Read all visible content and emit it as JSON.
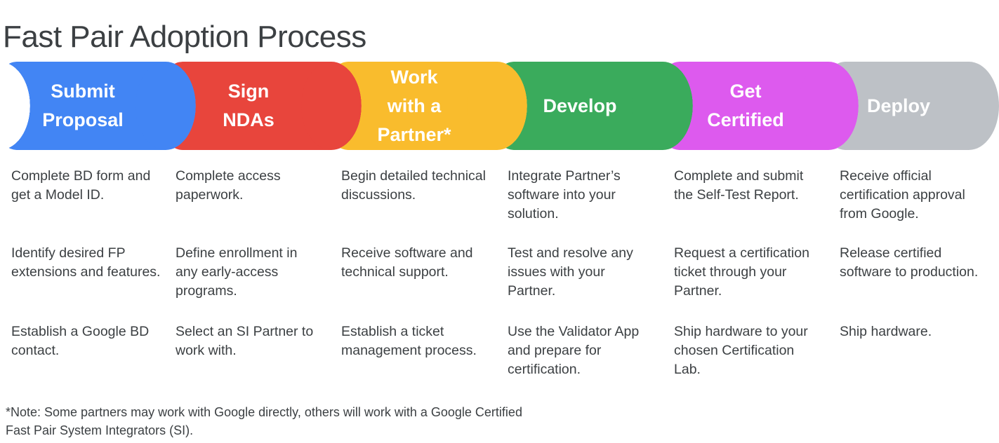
{
  "page_title": "Fast Pair Adoption Process",
  "stages": [
    {
      "label": "Submit\nProposal",
      "color": "#4285F4",
      "name": "submit-proposal",
      "bullets": [
        "Complete BD form and get a Model ID.",
        "Identify desired FP extensions and features.",
        "Establish a Google BD contact."
      ]
    },
    {
      "label": "Sign\nNDAs",
      "color": "#E8453C",
      "name": "sign-ndas",
      "bullets": [
        "Complete access paperwork.",
        "Define enrollment in any early-access programs.",
        "Select an SI Partner to work with."
      ]
    },
    {
      "label": "Work\nwith a\nPartner*",
      "color": "#F9BC2D",
      "name": "work-with-a-partner",
      "bullets": [
        "Begin detailed technical discussions.",
        "Receive software and technical support.",
        "Establish a ticket management process."
      ]
    },
    {
      "label": "Develop",
      "color": "#3AAB5C",
      "name": "develop",
      "bullets": [
        "Integrate Partner’s software into your solution.",
        "Test and resolve any issues with your Partner.",
        "Use the Validator App and prepare for certification."
      ]
    },
    {
      "label": "Get\nCertified",
      "color": "#DD5AEE",
      "name": "get-certified",
      "bullets": [
        "Complete and submit the Self-Test Report.",
        "Request a certification ticket through your Partner.",
        "Ship hardware to your chosen Certification Lab."
      ]
    },
    {
      "label": "Deploy",
      "color": "#BDC1C6",
      "name": "deploy",
      "bullets": [
        "Receive official certification approval from Google.",
        "Release certified software to production.",
        "Ship hardware."
      ]
    }
  ],
  "footnote": "*Note: Some partners may work with Google directly, others will work with a Google Certified Fast Pair System Integrators (SI)."
}
